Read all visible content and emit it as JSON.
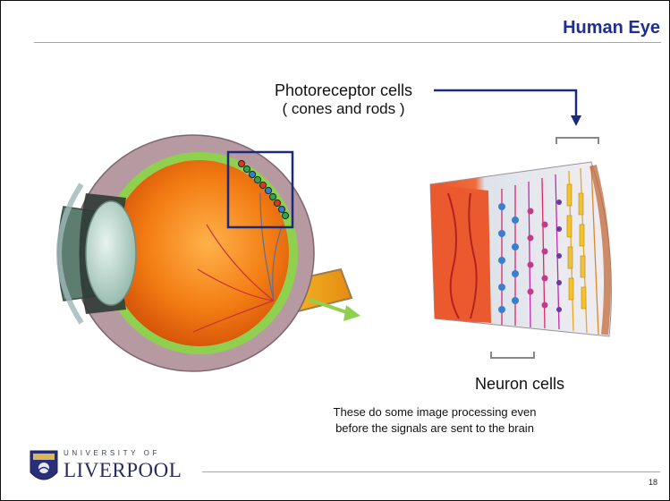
{
  "slide": {
    "title": "Human Eye",
    "photoreceptor_label_line1": "Photoreceptor cells",
    "photoreceptor_label_line2": "( cones and rods )",
    "neuron_label": "Neuron cells",
    "caption_line1": "These do some image processing even",
    "caption_line2": "before the signals are sent to the brain",
    "page_number": "18"
  },
  "logo": {
    "top_text": "UNIVERSITY OF",
    "main_text": "LIVERPOOL"
  },
  "colors": {
    "title": "#1f2f8f",
    "rule": "#c8a06a",
    "eye_orange": "#f07a10",
    "retina_green": "#8fd14f",
    "highlight_box": "#1b2a7a"
  },
  "icons": {
    "crest": "university-crest-icon",
    "arrow": "down-arrow-icon"
  }
}
